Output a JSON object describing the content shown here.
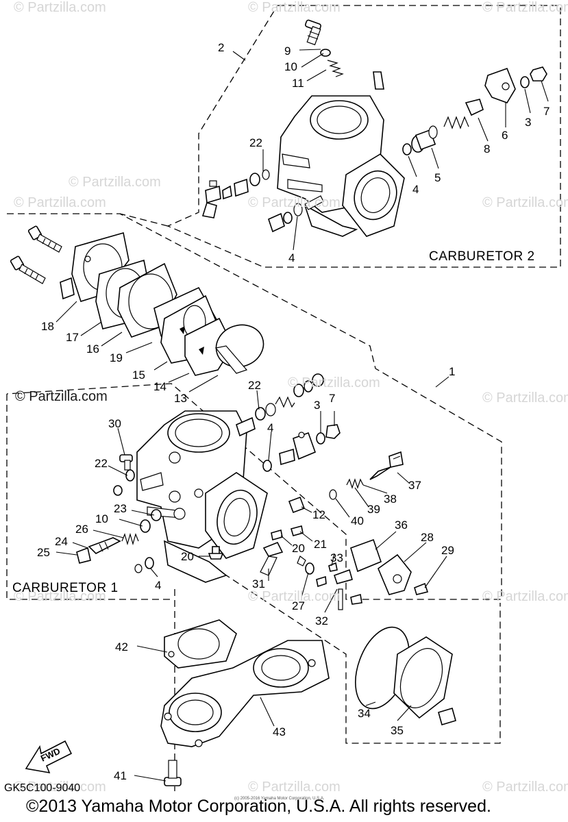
{
  "watermarks": {
    "text": "© Partzilla.com",
    "prominent": "© Partzilla.com"
  },
  "sections": {
    "carburetor_2": "CARBURETOR 2",
    "carburetor_1": "CARBURETOR 1"
  },
  "assembly_numbers": {
    "carb2_assembly": "2",
    "carb1_assembly": "1"
  },
  "callouts": [
    "9",
    "10",
    "11",
    "22",
    "4",
    "4",
    "5",
    "6",
    "3",
    "7",
    "8",
    "18",
    "17",
    "16",
    "19",
    "15",
    "14",
    "13",
    "22",
    "3",
    "7",
    "4",
    "30",
    "22",
    "23",
    "10",
    "26",
    "24",
    "25",
    "20",
    "4",
    "12",
    "40",
    "39",
    "38",
    "37",
    "36",
    "28",
    "29",
    "21",
    "20",
    "33",
    "31",
    "27",
    "32",
    "42",
    "43",
    "34",
    "35",
    "41"
  ],
  "fwd_label": "FWD",
  "diagram_code": "GK5C100-9040",
  "copyright": "©2013 Yamaha Motor Corporation, U.S.A. All rights reserved.",
  "small_note": "(c) 2005-2016 Yamaha Motor Corporation, U.S.A."
}
